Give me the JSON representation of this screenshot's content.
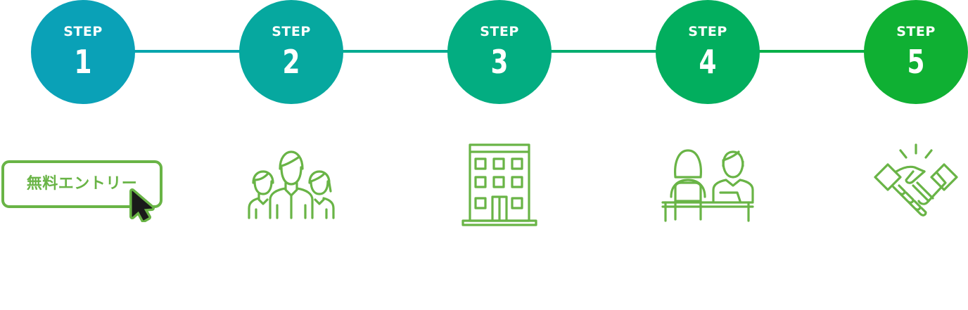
{
  "steps": [
    {
      "word": "STEP",
      "number": "1",
      "color": "#0aa1b7"
    },
    {
      "word": "STEP",
      "number": "2",
      "color": "#06a89f"
    },
    {
      "word": "STEP",
      "number": "3",
      "color": "#03ad81"
    },
    {
      "word": "STEP",
      "number": "4",
      "color": "#02ae5e"
    },
    {
      "word": "STEP",
      "number": "5",
      "color": "#0fb033"
    }
  ],
  "connector_colors": [
    "#07a5ad",
    "#04ab91",
    "#02ad6f",
    "#07af48"
  ],
  "icons": {
    "accent_color": "#69b446",
    "step1": {
      "name": "entry-button-icon",
      "label": "無料エントリー"
    },
    "step2": {
      "name": "group-of-people-icon"
    },
    "step3": {
      "name": "office-building-icon"
    },
    "step4": {
      "name": "interview-icon"
    },
    "step5": {
      "name": "handshake-icon"
    }
  }
}
